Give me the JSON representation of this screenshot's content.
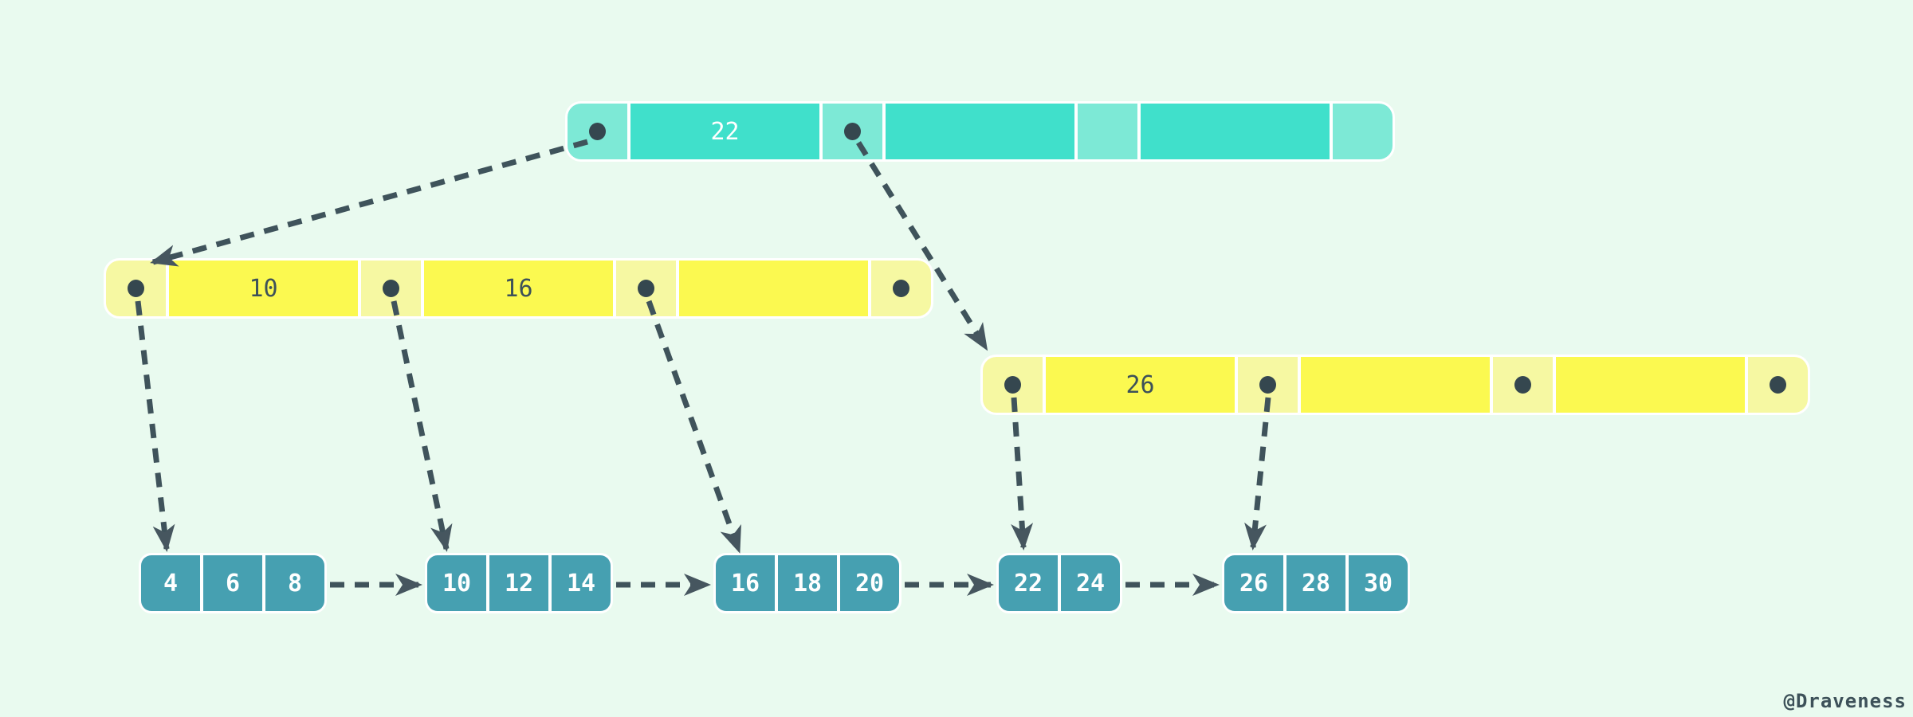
{
  "diagram": {
    "kind": "b-plus-tree",
    "watermark": "@Draveness",
    "colors": {
      "background": "#e9faef",
      "root_pointer_cell": "#7de9d6",
      "root_key_cell": "#40e0cb",
      "internal_pointer_cell": "#f6f8a2",
      "internal_key_cell": "#fbf950",
      "leaf_cell": "#46a0b1",
      "arrow": "#3f535b",
      "dot": "#35474f",
      "dark_text": "#3d5159",
      "light_text": "#ffffff",
      "cell_gap": "#ffffff"
    },
    "tree": {
      "root": {
        "keys": [
          "22",
          "",
          ""
        ]
      },
      "internal_left": {
        "keys": [
          "10",
          "16",
          ""
        ]
      },
      "internal_right": {
        "keys": [
          "26",
          "",
          ""
        ]
      },
      "leaves": [
        {
          "values": [
            "4",
            "6",
            "8"
          ]
        },
        {
          "values": [
            "10",
            "12",
            "14"
          ]
        },
        {
          "values": [
            "16",
            "18",
            "20"
          ]
        },
        {
          "values": [
            "22",
            "24"
          ]
        },
        {
          "values": [
            "26",
            "28",
            "30"
          ]
        }
      ]
    }
  }
}
